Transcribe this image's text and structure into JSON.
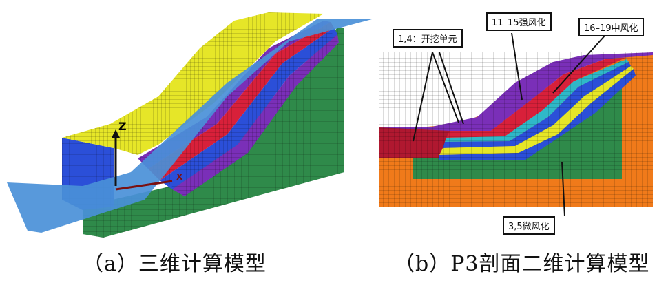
{
  "panel_a": {
    "caption": "（a）三维计算模型",
    "axis_z": "Z",
    "axis_x": "X"
  },
  "panel_b": {
    "caption": "（b）P3剖面二维计算模型",
    "callouts": [
      "1,4：开挖单元",
      "11–15强风化",
      "16–19中风化",
      "3,5微风化"
    ]
  },
  "colors": {
    "yellow": "#e6e628",
    "blue": "#2b4fd8",
    "green": "#2f8a4a",
    "red": "#d8203a",
    "purple": "#7a2fb8",
    "cyan": "#2fb8c8",
    "orange": "#f07a1a",
    "darkred": "#b01830",
    "lightblue": "#4a90d8"
  }
}
